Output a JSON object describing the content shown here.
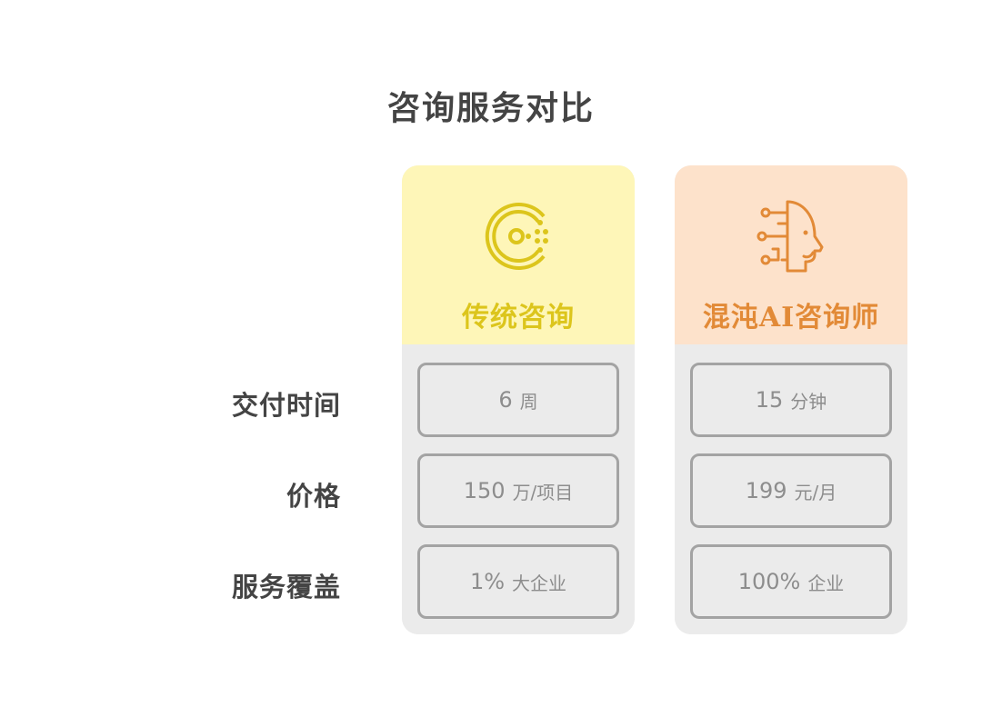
{
  "title": "咨询服务对比",
  "row_labels": [
    "交付时间",
    "价格",
    "服务覆盖"
  ],
  "colors": {
    "traditional_header_bg": "#fef6b8",
    "traditional_accent": "#dcc51c",
    "ai_header_bg": "#fde2cb",
    "ai_accent": "#e28a37",
    "body_bg": "#ebebeb",
    "cell_border": "#a3a3a3",
    "cell_text": "#8d8d8d",
    "label_text": "#444444"
  },
  "columns": [
    {
      "name": "传统咨询",
      "icon": "consul-c-logo-icon",
      "values": [
        {
          "num": "6",
          "unit": "周"
        },
        {
          "num": "150",
          "unit": "万/项目"
        },
        {
          "num": "1%",
          "unit": "大企业"
        }
      ]
    },
    {
      "name": "混沌AI咨询师",
      "icon": "ai-head-circuit-icon",
      "values": [
        {
          "num": "15",
          "unit": "分钟"
        },
        {
          "num": "199",
          "unit": "元/月"
        },
        {
          "num": "100%",
          "unit": "企业"
        }
      ]
    }
  ]
}
